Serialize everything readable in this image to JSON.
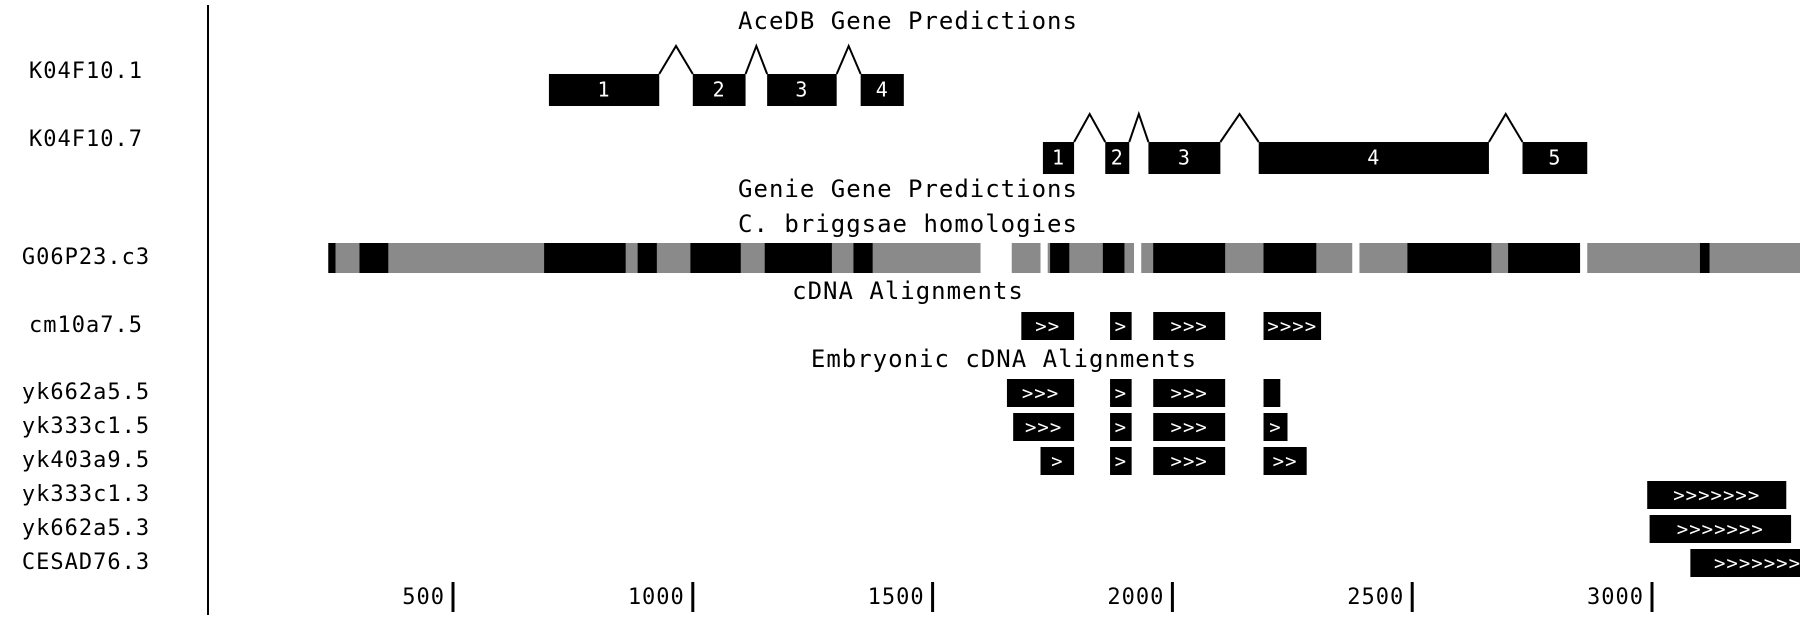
{
  "colors": {
    "background": "#ffffff",
    "feature": "#000000",
    "homology_gap": "#8a8a8a",
    "label": "#000000",
    "exon_text": "#ffffff"
  },
  "sections": [
    "AceDB Gene Predictions",
    "Genie Gene Predictions",
    "C. briggsae homologies",
    "cDNA Alignments",
    "Embryonic cDNA Alignments"
  ],
  "tracks": [
    {
      "label": "K04F10.1",
      "kind": "gene_model",
      "exons": [
        {
          "start": 700,
          "end": 930,
          "name": "1"
        },
        {
          "start": 1000,
          "end": 1110,
          "name": "2"
        },
        {
          "start": 1155,
          "end": 1300,
          "name": "3"
        },
        {
          "start": 1350,
          "end": 1440,
          "name": "4"
        }
      ]
    },
    {
      "label": "K04F10.7",
      "kind": "gene_model",
      "exons": [
        {
          "start": 1730,
          "end": 1795,
          "name": "1"
        },
        {
          "start": 1860,
          "end": 1910,
          "name": "2"
        },
        {
          "start": 1950,
          "end": 2100,
          "name": "3"
        },
        {
          "start": 2180,
          "end": 2660,
          "name": "4"
        },
        {
          "start": 2730,
          "end": 2865,
          "name": "5"
        }
      ]
    },
    {
      "label": "G06P23.c3",
      "kind": "homology",
      "span": [
        240,
        3380
      ],
      "gaps": [
        [
          1600,
          1665
        ],
        [
          1725,
          1740
        ],
        [
          1920,
          1935
        ],
        [
          2375,
          2390
        ],
        [
          2850,
          2865
        ]
      ],
      "blocks": [
        [
          240,
          255
        ],
        [
          305,
          365
        ],
        [
          690,
          860
        ],
        [
          885,
          925
        ],
        [
          995,
          1100
        ],
        [
          1150,
          1290
        ],
        [
          1335,
          1375
        ],
        [
          1745,
          1785
        ],
        [
          1855,
          1900
        ],
        [
          1960,
          2110
        ],
        [
          2190,
          2300
        ],
        [
          2490,
          2665
        ],
        [
          2700,
          2850
        ],
        [
          3100,
          3120
        ]
      ]
    },
    {
      "label": "cm10a7.5",
      "kind": "alignment",
      "pieces": [
        {
          "start": 1685,
          "end": 1795,
          "glyph": ">>"
        },
        {
          "start": 1870,
          "end": 1915,
          "glyph": ">"
        },
        {
          "start": 1960,
          "end": 2110,
          "glyph": ">>>"
        },
        {
          "start": 2190,
          "end": 2310,
          "glyph": ">>>>"
        }
      ]
    },
    {
      "label": "yk662a5.5",
      "kind": "alignment",
      "pieces": [
        {
          "start": 1655,
          "end": 1795,
          "glyph": ">>>"
        },
        {
          "start": 1870,
          "end": 1915,
          "glyph": ">"
        },
        {
          "start": 1960,
          "end": 2110,
          "glyph": ">>>"
        },
        {
          "start": 2190,
          "end": 2225,
          "glyph": ""
        }
      ]
    },
    {
      "label": "yk333c1.5",
      "kind": "alignment",
      "pieces": [
        {
          "start": 1668,
          "end": 1795,
          "glyph": ">>>"
        },
        {
          "start": 1870,
          "end": 1915,
          "glyph": ">"
        },
        {
          "start": 1960,
          "end": 2110,
          "glyph": ">>>"
        },
        {
          "start": 2190,
          "end": 2240,
          "glyph": ">"
        }
      ]
    },
    {
      "label": "yk403a9.5",
      "kind": "alignment",
      "pieces": [
        {
          "start": 1725,
          "end": 1795,
          "glyph": ">"
        },
        {
          "start": 1870,
          "end": 1915,
          "glyph": ">"
        },
        {
          "start": 1960,
          "end": 2110,
          "glyph": ">>>"
        },
        {
          "start": 2190,
          "end": 2280,
          "glyph": ">>"
        }
      ]
    },
    {
      "label": "yk333c1.3",
      "kind": "alignment",
      "pieces": [
        {
          "start": 2990,
          "end": 3280,
          "glyph": ">>>>>>>"
        }
      ]
    },
    {
      "label": "yk662a5.3",
      "kind": "alignment",
      "pieces": [
        {
          "start": 2995,
          "end": 3290,
          "glyph": ">>>>>>>"
        }
      ]
    },
    {
      "label": "CESAD76.3",
      "kind": "alignment",
      "pieces": [
        {
          "start": 3080,
          "end": 3360,
          "glyph": ">>>>>>>"
        }
      ]
    }
  ],
  "scale": {
    "ticks": [
      {
        "value": 500,
        "label": "500"
      },
      {
        "value": 1000,
        "label": "1000"
      },
      {
        "value": 1500,
        "label": "1500"
      },
      {
        "value": 2000,
        "label": "2000"
      },
      {
        "value": 2500,
        "label": "2500"
      },
      {
        "value": 3000,
        "label": "3000"
      }
    ]
  }
}
